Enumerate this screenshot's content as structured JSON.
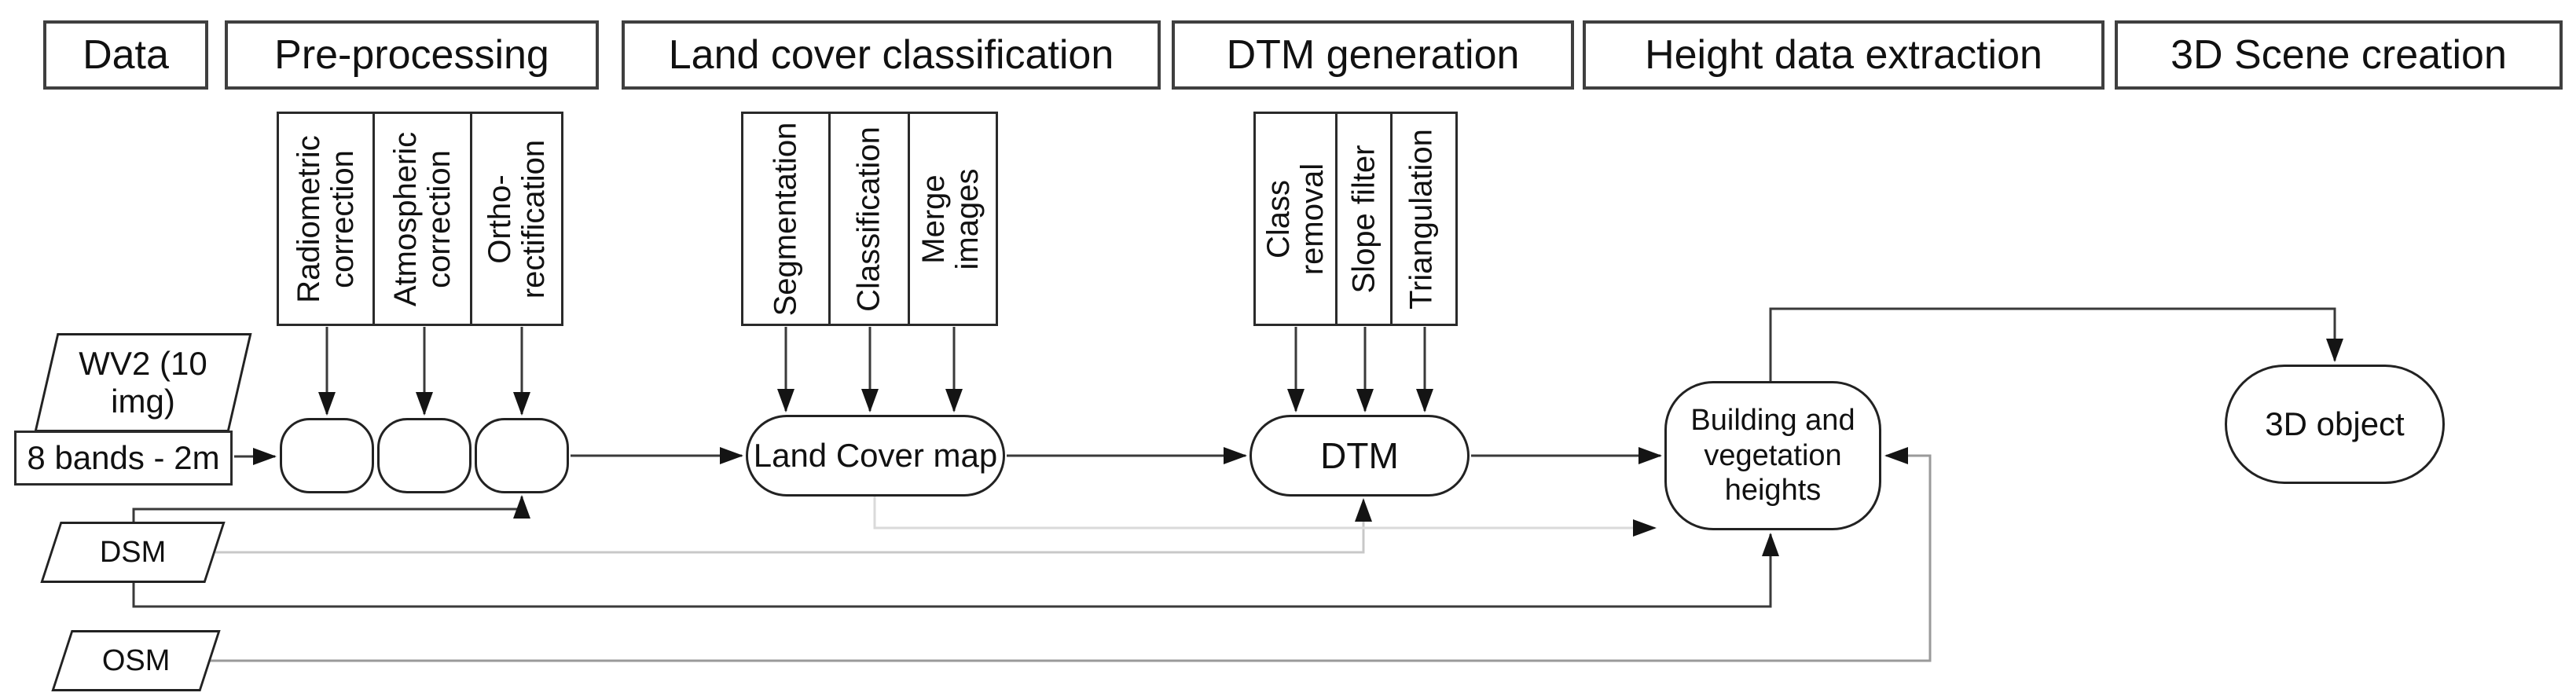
{
  "diagram": {
    "stages": [
      {
        "label": "Data"
      },
      {
        "label": "Pre-processing"
      },
      {
        "label": "Land cover classification"
      },
      {
        "label": "DTM generation"
      },
      {
        "label": "Height data extraction"
      },
      {
        "label": "3D Scene creation"
      }
    ],
    "process_groups": {
      "pre_processing": {
        "steps": [
          {
            "label": "Radiometric correction",
            "lines": [
              "Radiometric",
              "correction"
            ]
          },
          {
            "label": "Atmospheric correction",
            "lines": [
              "Atmospheric",
              "correction"
            ]
          },
          {
            "label": "Ortho-rectification",
            "lines": [
              "Ortho-",
              "rectification"
            ]
          }
        ]
      },
      "land_cover": {
        "steps": [
          {
            "label": "Segmentation",
            "lines": [
              "Segmentation"
            ]
          },
          {
            "label": "Classification",
            "lines": [
              "Classification"
            ]
          },
          {
            "label": "Merge images",
            "lines": [
              "Merge",
              "images"
            ]
          }
        ]
      },
      "dtm_generation": {
        "steps": [
          {
            "label": "Class removal",
            "lines": [
              "Class",
              "removal"
            ]
          },
          {
            "label": "Slope filter",
            "lines": [
              "Slope filter"
            ]
          },
          {
            "label": "Triangulation",
            "lines": [
              "Triangulation"
            ]
          }
        ]
      }
    },
    "nodes": {
      "wv2": {
        "label": "WV2 (10 img)"
      },
      "bands": {
        "label": "8 bands - 2m"
      },
      "land_cover_map": {
        "label": "Land Cover map"
      },
      "dtm": {
        "label": "DTM"
      },
      "building_vegetation_heights": {
        "label": "Building and vegetation heights",
        "lines": [
          "Building and",
          "vegetation",
          "heights"
        ]
      },
      "object_3d": {
        "label": "3D object"
      },
      "dsm": {
        "label": "DSM"
      },
      "osm": {
        "label": "OSM"
      }
    },
    "colors": {
      "background": "#ffffff",
      "text": "#111111",
      "box_border": "#222222",
      "stage_border": "#3f3f3f",
      "connector_dark": "#3a3a3a",
      "connector_gray": "#9a9a9a",
      "connector_light": "#c8c8c8",
      "connector_lighter": "#dadada",
      "arrowhead": "#141414"
    }
  }
}
